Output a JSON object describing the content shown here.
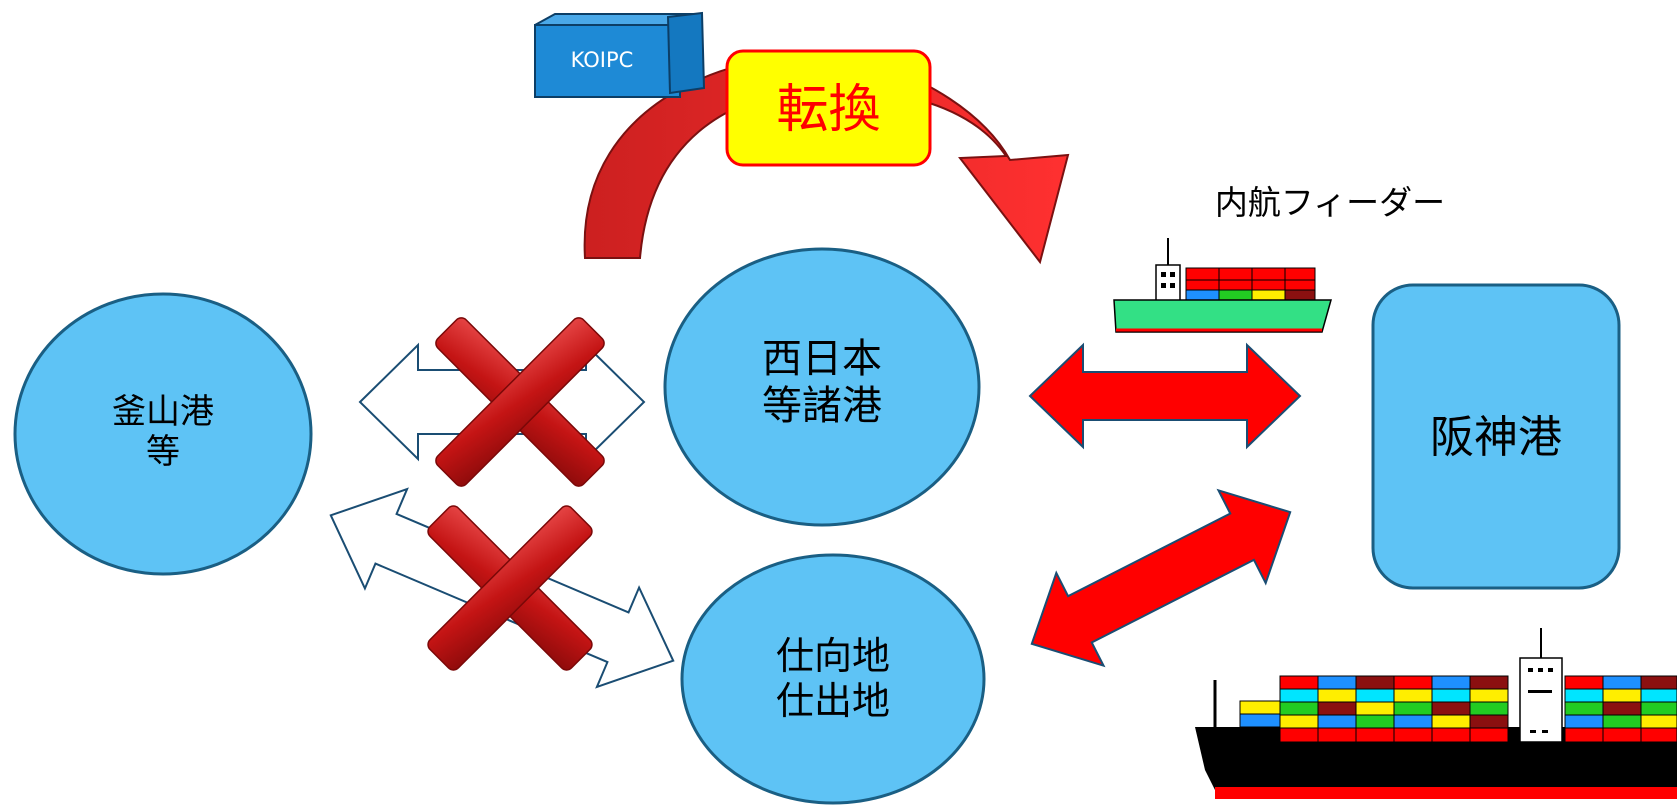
{
  "nodes": {
    "busan": {
      "line1": "釜山港",
      "line2": "等"
    },
    "west_japan": {
      "line1": "西日本",
      "line2": "等諸港"
    },
    "origin_dest": {
      "line1": "仕向地",
      "line2": "仕出地"
    },
    "hanshin": {
      "label": "阪神港"
    }
  },
  "container_label": "KOIPC",
  "conversion_label": "転換",
  "feeder_label": "内航フィーダー",
  "colors": {
    "node_fill": "#5ec3f5",
    "node_stroke": "#1a5f84",
    "red_arrow": "#ff0000",
    "conversion_box_fill": "#ffff00",
    "conversion_text": "#ff0000",
    "cross": "#c81a1a",
    "container_blue": "#1e8ad6"
  }
}
